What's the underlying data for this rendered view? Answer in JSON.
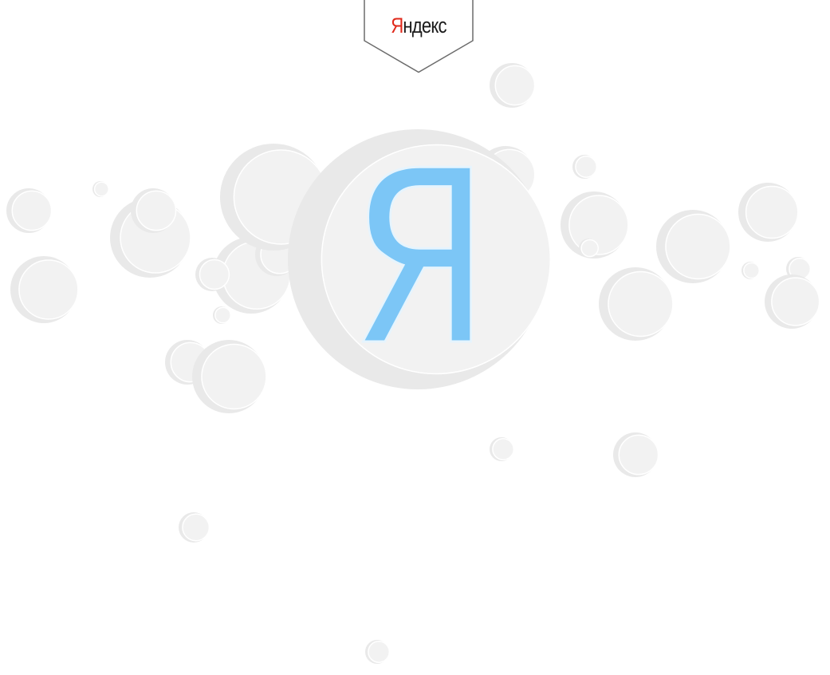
{
  "header": {
    "logo_first_letter": "Я",
    "logo_rest": "ндекс",
    "logo_accent": "#e0291b",
    "tab_border": "#6b6b6b"
  },
  "hero": {
    "letter": "Я",
    "letter_color": "#7cc6f6",
    "bubble_color": "#f2f2f2"
  }
}
